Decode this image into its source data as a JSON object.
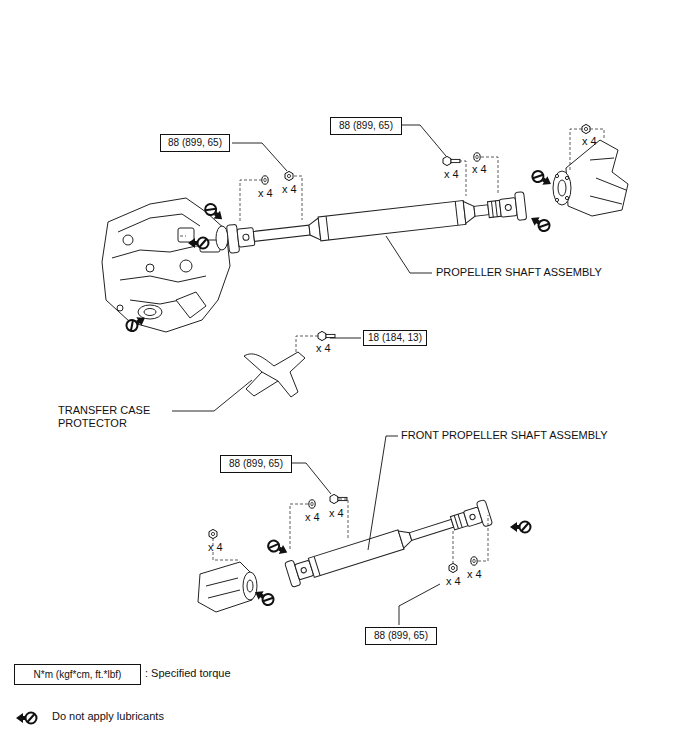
{
  "diagram": {
    "nodes": [
      {
        "text": [
          "88 (899, 65)"
        ]
      },
      {
        "text": [
          "88 (899, 65)"
        ]
      },
      {
        "text": [
          "18 (184, 13)"
        ]
      },
      {
        "text": [
          "88 (899, 65)"
        ]
      },
      {
        "text": [
          "88 (899, 65)"
        ]
      },
      {
        "text": [
          "N*m (kgf*cm, ft.*lbf)"
        ]
      }
    ],
    "labels": [
      "x 4",
      "x 4",
      "x 4",
      "x 4",
      "x 4",
      "PROPELLER SHAFT ASSEMBLY",
      "x 4",
      "TRANSFER CASE PROTECTOR",
      "FRONT PROPELLER SHAFT ASSEMBLY",
      "x 4",
      "x 4",
      "x 4",
      "x 4",
      "x 4"
    ],
    "legend": [
      {
        "text": ": Specified torque"
      },
      {
        "text": "Do not apply lubricants"
      }
    ]
  }
}
